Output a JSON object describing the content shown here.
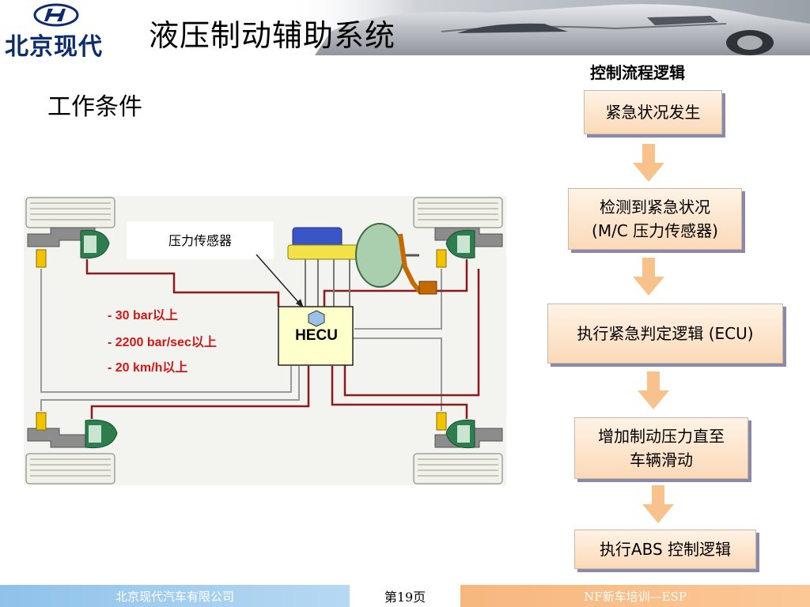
{
  "header": {
    "logo_text": "北京现代",
    "title": "液压制动辅助系统"
  },
  "subtitle": "工作条件",
  "diagram": {
    "sensor_label": "压力传感器",
    "hecu_label": "HECU",
    "conditions": [
      "- 30 bar以上",
      "- 2200 bar/sec以上",
      "- 20 km/h以上"
    ]
  },
  "flow": {
    "title": "控制流程逻辑",
    "steps": [
      {
        "line1": "紧急状况发生",
        "line2": ""
      },
      {
        "line1": "检测到紧急状况",
        "line2": "(M/C  压力传感器)"
      },
      {
        "line1": "执行紧急判定逻辑  (ECU)",
        "line2": ""
      },
      {
        "line1": "增加制动压力直至",
        "line2": "车辆滑动"
      },
      {
        "line1": "执行ABS  控制逻辑",
        "line2": ""
      }
    ]
  },
  "footer": {
    "left": "北京现代汽车有限公司",
    "page": "第19页",
    "right": "NF新车培训—ESP"
  },
  "colors": {
    "brand_blue": "#0b2d6b",
    "condition_red": "#d01818",
    "brake_line_red": "#8b1a1a",
    "flow_box_top": "#fff3e6",
    "flow_box_bottom": "#fbd9b8",
    "arrow_orange": "#f7c28c"
  }
}
